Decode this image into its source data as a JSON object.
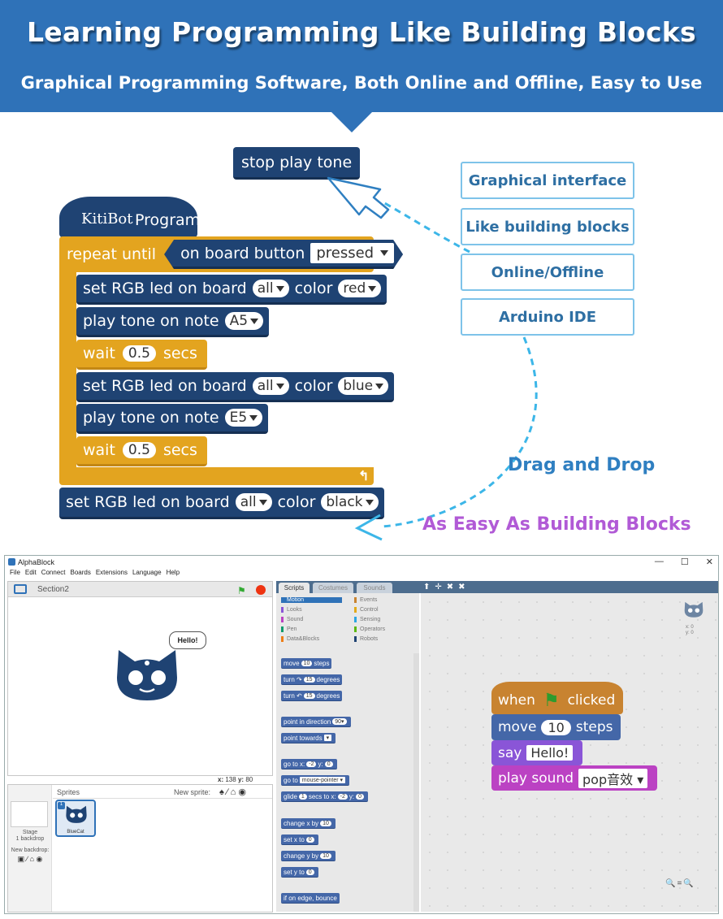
{
  "banner": {
    "title": "Learning Programming Like Building Blocks",
    "subtitle": "Graphical Programming Software, Both Online and Offline, Easy to Use"
  },
  "program": {
    "stop_block": "stop play tone",
    "hat_brand": "KitiBot",
    "hat_label": "Program",
    "repeat_label": "repeat  until",
    "condition_label": "on board button",
    "condition_value": "pressed",
    "set_rgb_label": "set  RGB led  on  board",
    "board_value": "all",
    "color_label": "color",
    "color_red": "red",
    "color_blue": "blue",
    "color_black": "black",
    "play_tone_label": "play  tone  on  note",
    "note_a5": "A5",
    "note_e5": "E5",
    "wait_label": "wait",
    "wait_value": "0.5",
    "secs_label": "secs"
  },
  "callouts": [
    "Graphical interface",
    "Like building blocks",
    "Online/Offline",
    "Arduino IDE"
  ],
  "drag_drop": "Drag and Drop",
  "easy": "As Easy As Building Blocks",
  "app": {
    "title": "AlphaBlock",
    "window_controls": [
      "—",
      "☐",
      "✕"
    ],
    "menu": [
      "File",
      "Edit",
      "Connect",
      "Boards",
      "Extensions",
      "Language",
      "Help"
    ],
    "stage_label": "Section2",
    "bubble": "Hello!",
    "coord_x_label": "x:",
    "coord_x": "138",
    "coord_y_label": "y:",
    "coord_y": "80",
    "sprites_label": "Sprites",
    "new_sprite_label": "New sprite:",
    "stage_thumb_label": "Stage",
    "stage_thumb_sub": "1 backdrop",
    "new_backdrop_label": "New backdrop:",
    "sprite_name": "BlueCat",
    "sprite_index": "1",
    "tabs": [
      "Scripts",
      "Costumes",
      "Sounds"
    ],
    "categories_left": [
      "Motion",
      "Looks",
      "Sound",
      "Pen",
      "Data&Blocks"
    ],
    "categories_right": [
      "Events",
      "Control",
      "Sensing",
      "Operators",
      "Robots"
    ],
    "palette": {
      "move_a": "move",
      "move_n": "10",
      "move_b": "steps",
      "turn_cw_a": "turn ↷",
      "turn_n": "15",
      "turn_b": "degrees",
      "turn_ccw_a": "turn ↶",
      "point_dir_a": "point in direction",
      "point_dir_n": "90▾",
      "point_towards": "point towards",
      "goto_a": "go to x:",
      "goto_x": "-2",
      "goto_y_label": "y:",
      "goto_y": "0",
      "goto_b": "go to",
      "goto_b_value": "mouse-pointer ▾",
      "glide_a": "glide",
      "glide_n": "1",
      "glide_b": "secs to x:",
      "glide_x": "-2",
      "glide_y_label": "y:",
      "glide_y": "0",
      "change_x_a": "change x by",
      "change_x_n": "10",
      "set_x_a": "set x to",
      "set_x_n": "0",
      "change_y_a": "change y by",
      "change_y_n": "10",
      "set_y_a": "set y to",
      "set_y_n": "0",
      "bounce": "if on edge, bounce"
    },
    "workspace_xy": [
      "x: 0",
      "y: 0"
    ],
    "script": {
      "when": "when",
      "clicked": "clicked",
      "move": "move",
      "move_n": "10",
      "steps": "steps",
      "say": "say",
      "say_value": "Hello!",
      "play_sound": "play  sound",
      "sound_value": "pop音效"
    }
  },
  "colors": {
    "banner": "#2f72b8",
    "navy_block": "#1f4373",
    "gold_block": "#e3a41f",
    "callout_border": "#7ec3e9",
    "drag_text": "#2f7fc1",
    "easy_text": "#b15ad6"
  }
}
